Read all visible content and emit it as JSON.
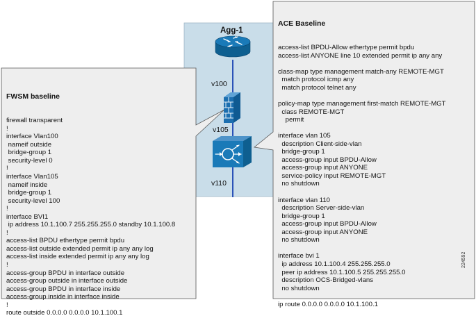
{
  "switch_block": {
    "title": "Agg-1",
    "vlan_labels": [
      "v100",
      "v105",
      "v110"
    ]
  },
  "fwsm": {
    "title": "FWSM baseline",
    "lines": [
      "firewall transparent",
      "!",
      "interface Vlan100",
      " nameif outside",
      " bridge-group 1",
      " security-level 0",
      "!",
      "interface Vlan105",
      " nameif inside",
      " bridge-group 1",
      " security-level 100",
      "!",
      "interface BVI1",
      " ip address 10.1.100.7 255.255.255.0 standby 10.1.100.8",
      "!",
      "access-list BPDU ethertype permit bpdu",
      "access-list outside extended permit ip any any log",
      "access-list inside extended permit ip any any log",
      "!",
      "access-group BPDU in interface outside",
      "access-group outside in interface outside",
      "access-group BPDU in interface inside",
      "access-group inside in interface inside",
      "!",
      "route outside 0.0.0.0 0.0.0.0 10.1.100.1"
    ]
  },
  "ace": {
    "title": "ACE Baseline",
    "lines": [
      "access-list BPDU-Allow ethertype permit bpdu",
      "access-list ANYONE line 10 extended permit ip any any",
      "",
      "class-map type management match-any REMOTE-MGT",
      "  match protocol icmp any",
      "  match protocol telnet any",
      "",
      "policy-map type management first-match REMOTE-MGT",
      "  class REMOTE-MGT",
      "    permit",
      "",
      "interface vlan 105",
      "  description Client-side-vlan",
      "  bridge-group 1",
      "  access-group input BPDU-Allow",
      "  access-group input ANYONE",
      "  service-policy input REMOTE-MGT",
      "  no shutdown",
      "",
      "interface vlan 110",
      "  description Server-side-vlan",
      "  bridge-group 1",
      "  access-group input BPDU-Allow",
      "  access-group input ANYONE",
      "  no shutdown",
      "",
      "interface bvi 1",
      "  ip address 10.1.100.4 255.255.255.0",
      "  peer ip address 10.1.100.5 255.255.255.0",
      "  description OCS-Bridged-vlans",
      "  no shutdown",
      "",
      "ip route 0.0.0.0 0.0.0.0 10.1.100.1"
    ]
  },
  "figure_id": "224592",
  "colors": {
    "switch_bg": "#c9dde9",
    "callout_fill": "#eeeeee",
    "device_blue": "#1a7ab8",
    "device_dark": "#0e5f90",
    "vlan_line": "#2a52b8",
    "firewall_brick": "#1c6fb0"
  }
}
